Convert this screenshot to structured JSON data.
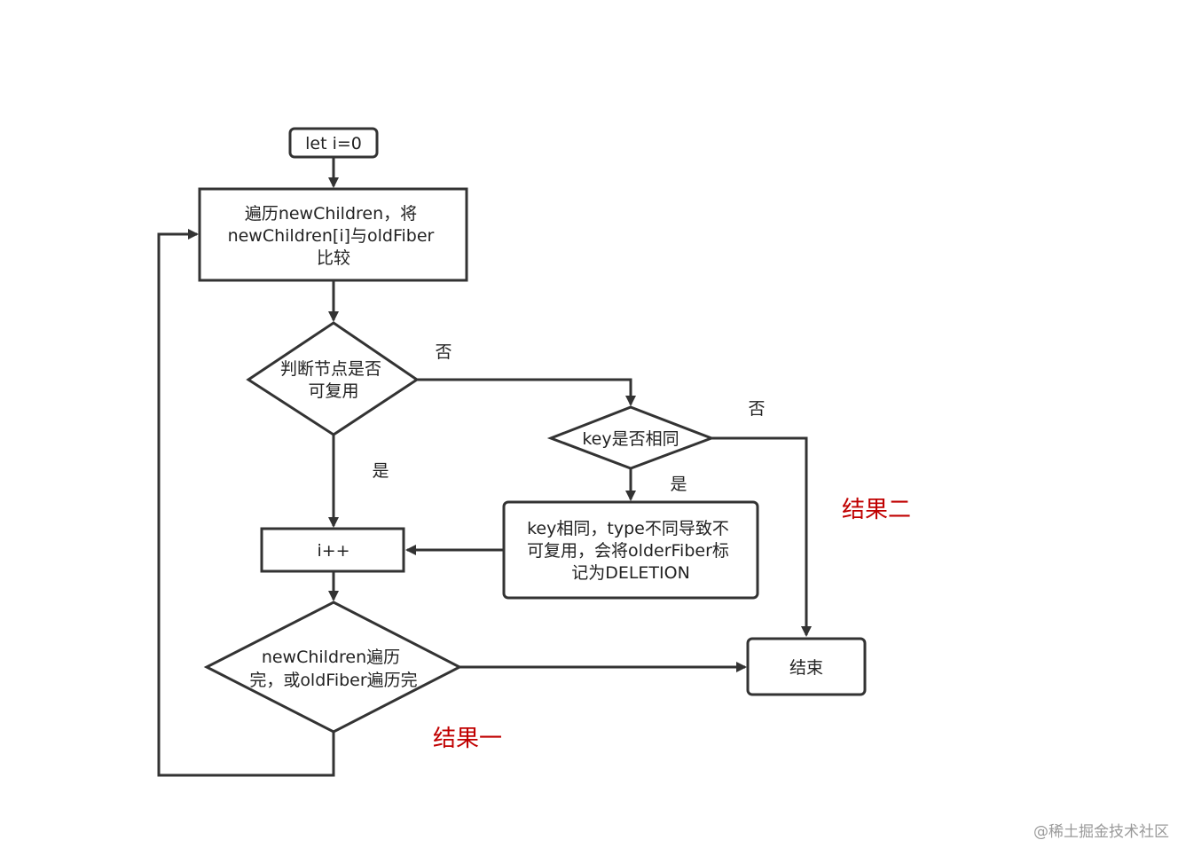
{
  "nodes": {
    "start": "let i=0",
    "loop": [
      "遍历newChildren，将",
      "newChildren[i]与oldFiber",
      "比较"
    ],
    "reusable": [
      "判断节点是否",
      "可复用"
    ],
    "key_same": "key是否相同",
    "increment": "i++",
    "type_diff": [
      "key相同，type不同导致不",
      "可复用，会将olderFiber标",
      "记为DELETION"
    ],
    "done_check": [
      "newChildren遍历",
      "完，或oldFiber遍历完"
    ],
    "end": "结束"
  },
  "edge_labels": {
    "reusable_no": "否",
    "reusable_yes": "是",
    "key_no": "否",
    "key_yes": "是"
  },
  "results": {
    "one": "结果一",
    "two": "结果二"
  },
  "watermark": "@稀土掘金技术社区",
  "colors": {
    "stroke": "#333333",
    "result": "#c00000"
  }
}
